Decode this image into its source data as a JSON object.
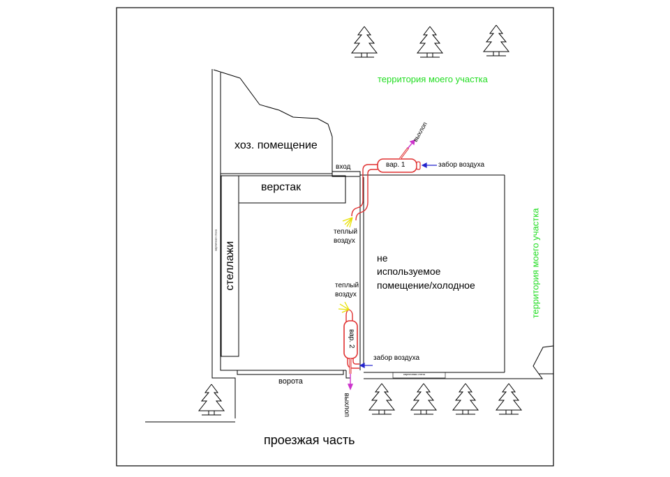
{
  "labels": {
    "utility_room": "хоз. помещение",
    "workbench": "верстак",
    "shelves": "стеллажи",
    "entrance": "вход",
    "gate": "ворота",
    "road": "проезжая часть",
    "my_plot_top": "территория моего участка",
    "my_plot_right": "территория моего участка",
    "cold_room_line1": "не",
    "cold_room_line2": "используемое",
    "cold_room_line3": "помещение/холодное",
    "heater1": "вар. 1",
    "heater2": "вар. 2",
    "exhaust1": "выхлоп",
    "exhaust2": "выхлоп",
    "air_intake1": "забор воздуха",
    "air_intake2": "забор воздуха",
    "warm_air1_line1": "теплый",
    "warm_air1_line2": "воздух",
    "warm_air2_line1": "теплый",
    "warm_air2_line2": "воздух",
    "brick_wall_left": "кирпичная стена",
    "brick_wall_bottom": "кирпичная стена"
  },
  "colors": {
    "green_text": "#22dd22",
    "heater_stroke": "#e03030",
    "exhaust": "#cc33cc",
    "air_intake": "#2222cc",
    "warm_air": "#e8e000"
  },
  "icons": {
    "tree": "fir-tree-icon"
  }
}
